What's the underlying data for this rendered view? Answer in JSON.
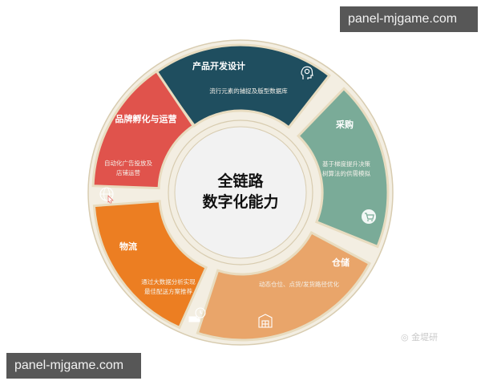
{
  "watermarks": {
    "top": "panel-mjgame.com",
    "bottom": "panel-mjgame.com"
  },
  "source_mark": "金堤研",
  "center": {
    "line1": "全链路",
    "line2": "数字化能力"
  },
  "segments": [
    {
      "key": "product",
      "title": "产品开发设计",
      "desc": [
        "流行元素的捕捉及版型数据库"
      ],
      "icon": "head-gear-icon",
      "color": "#1f4e5f"
    },
    {
      "key": "procurement",
      "title": "采购",
      "desc": [
        "基于梯度提升决策",
        "树算法的供需模拟"
      ],
      "icon": "shopping-cart-icon",
      "color": "#7aab98"
    },
    {
      "key": "warehouse",
      "title": "仓储",
      "desc": [
        "动态仓位、点货/发货路径优化"
      ],
      "icon": "warehouse-icon",
      "color": "#e9a56a"
    },
    {
      "key": "logistics",
      "title": "物流",
      "desc": [
        "通过大数据分析实现",
        "最佳配送方案推荐"
      ],
      "icon": "delivery-truck-clock-icon",
      "color": "#ec7e22"
    },
    {
      "key": "brand",
      "title": "品牌孵化与运营",
      "desc": [
        "自动化广告投放及",
        "店铺运营"
      ],
      "icon": "globe-cursor-icon",
      "color": "#e0534c"
    }
  ],
  "colors": {
    "ring": "#f3eee2",
    "ring_border": "#d8ccb0",
    "center_fill": "#f2f2f2"
  }
}
